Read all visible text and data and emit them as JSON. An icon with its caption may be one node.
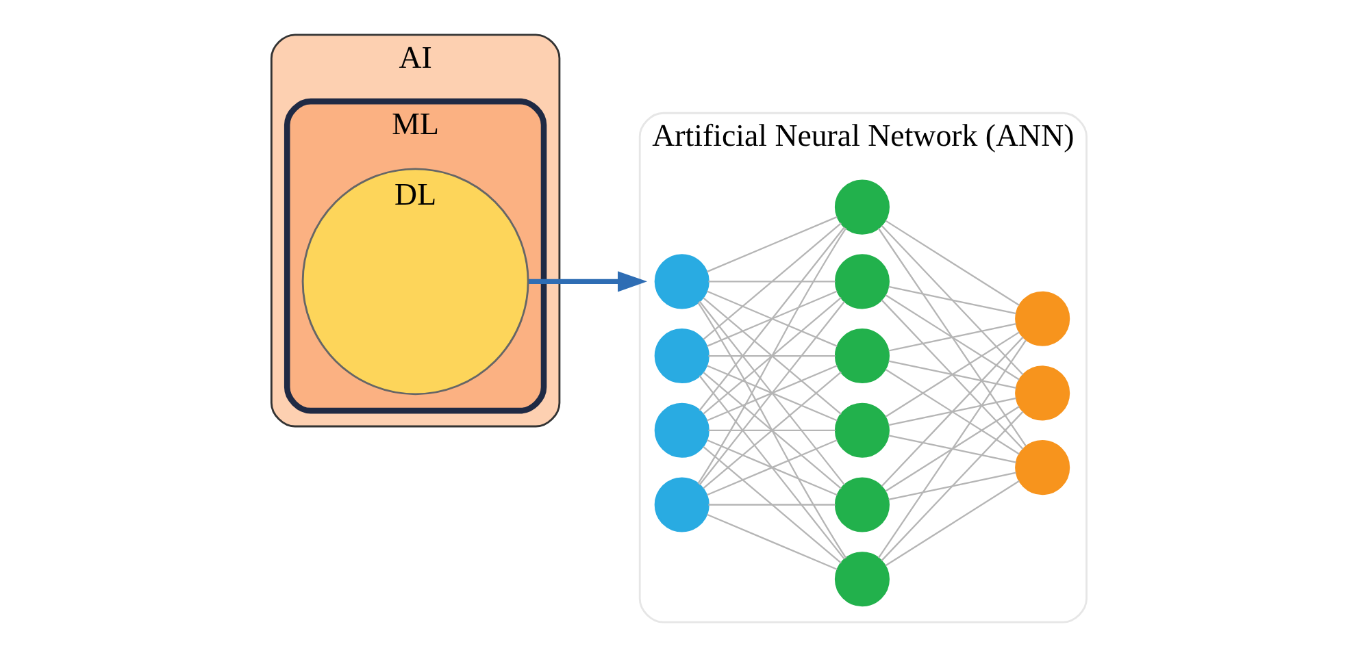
{
  "diagram": {
    "nodes": [
      {
        "text": [
          "AI"
        ]
      },
      {
        "text": [
          "ML"
        ],
        "in": 0
      },
      {
        "text": [
          "DL"
        ],
        "in": 1
      },
      {
        "text": [
          "Artificial Neural Network (ANN)"
        ]
      },
      {
        "text": [],
        "shape": "circle",
        "in": 3
      },
      {
        "text": [],
        "shape": "circle",
        "in": 3
      },
      {
        "text": [],
        "shape": "circle",
        "in": 3
      },
      {
        "text": [],
        "shape": "circle",
        "in": 3
      },
      {
        "text": [],
        "shape": "circle",
        "in": 3
      },
      {
        "text": [],
        "shape": "circle",
        "in": 3
      },
      {
        "text": [],
        "shape": "circle",
        "in": 3
      },
      {
        "text": [],
        "shape": "circle",
        "in": 3
      },
      {
        "text": [],
        "shape": "circle",
        "in": 3
      },
      {
        "text": [],
        "shape": "circle",
        "in": 3
      },
      {
        "text": [],
        "shape": "circle",
        "in": 3
      },
      {
        "text": [],
        "shape": "circle",
        "in": 3
      },
      {
        "text": [],
        "shape": "circle",
        "in": 3
      }
    ],
    "edges": [
      {
        "from": 2,
        "to": 3,
        "arrow": "to",
        "style": "thick",
        "color": "#2e6db4"
      },
      {
        "from": 4,
        "to": 8,
        "arrow": "none"
      },
      {
        "from": 4,
        "to": 9,
        "arrow": "none"
      },
      {
        "from": 4,
        "to": 10,
        "arrow": "none"
      },
      {
        "from": 4,
        "to": 11,
        "arrow": "none"
      },
      {
        "from": 4,
        "to": 12,
        "arrow": "none"
      },
      {
        "from": 4,
        "to": 13,
        "arrow": "none"
      },
      {
        "from": 5,
        "to": 8,
        "arrow": "none"
      },
      {
        "from": 5,
        "to": 9,
        "arrow": "none"
      },
      {
        "from": 5,
        "to": 10,
        "arrow": "none"
      },
      {
        "from": 5,
        "to": 11,
        "arrow": "none"
      },
      {
        "from": 5,
        "to": 12,
        "arrow": "none"
      },
      {
        "from": 5,
        "to": 13,
        "arrow": "none"
      },
      {
        "from": 6,
        "to": 8,
        "arrow": "none"
      },
      {
        "from": 6,
        "to": 9,
        "arrow": "none"
      },
      {
        "from": 6,
        "to": 10,
        "arrow": "none"
      },
      {
        "from": 6,
        "to": 11,
        "arrow": "none"
      },
      {
        "from": 6,
        "to": 12,
        "arrow": "none"
      },
      {
        "from": 6,
        "to": 13,
        "arrow": "none"
      },
      {
        "from": 7,
        "to": 8,
        "arrow": "none"
      },
      {
        "from": 7,
        "to": 9,
        "arrow": "none"
      },
      {
        "from": 7,
        "to": 10,
        "arrow": "none"
      },
      {
        "from": 7,
        "to": 11,
        "arrow": "none"
      },
      {
        "from": 7,
        "to": 12,
        "arrow": "none"
      },
      {
        "from": 7,
        "to": 13,
        "arrow": "none"
      },
      {
        "from": 8,
        "to": 14,
        "arrow": "none"
      },
      {
        "from": 8,
        "to": 15,
        "arrow": "none"
      },
      {
        "from": 8,
        "to": 16,
        "arrow": "none"
      },
      {
        "from": 9,
        "to": 14,
        "arrow": "none"
      },
      {
        "from": 9,
        "to": 15,
        "arrow": "none"
      },
      {
        "from": 9,
        "to": 16,
        "arrow": "none"
      },
      {
        "from": 10,
        "to": 14,
        "arrow": "none"
      },
      {
        "from": 10,
        "to": 15,
        "arrow": "none"
      },
      {
        "from": 10,
        "to": 16,
        "arrow": "none"
      },
      {
        "from": 11,
        "to": 14,
        "arrow": "none"
      },
      {
        "from": 11,
        "to": 15,
        "arrow": "none"
      },
      {
        "from": 11,
        "to": 16,
        "arrow": "none"
      },
      {
        "from": 12,
        "to": 14,
        "arrow": "none"
      },
      {
        "from": 12,
        "to": 15,
        "arrow": "none"
      },
      {
        "from": 12,
        "to": 16,
        "arrow": "none"
      },
      {
        "from": 13,
        "to": 14,
        "arrow": "none"
      },
      {
        "from": 13,
        "to": 15,
        "arrow": "none"
      },
      {
        "from": 13,
        "to": 16,
        "arrow": "none"
      }
    ]
  }
}
